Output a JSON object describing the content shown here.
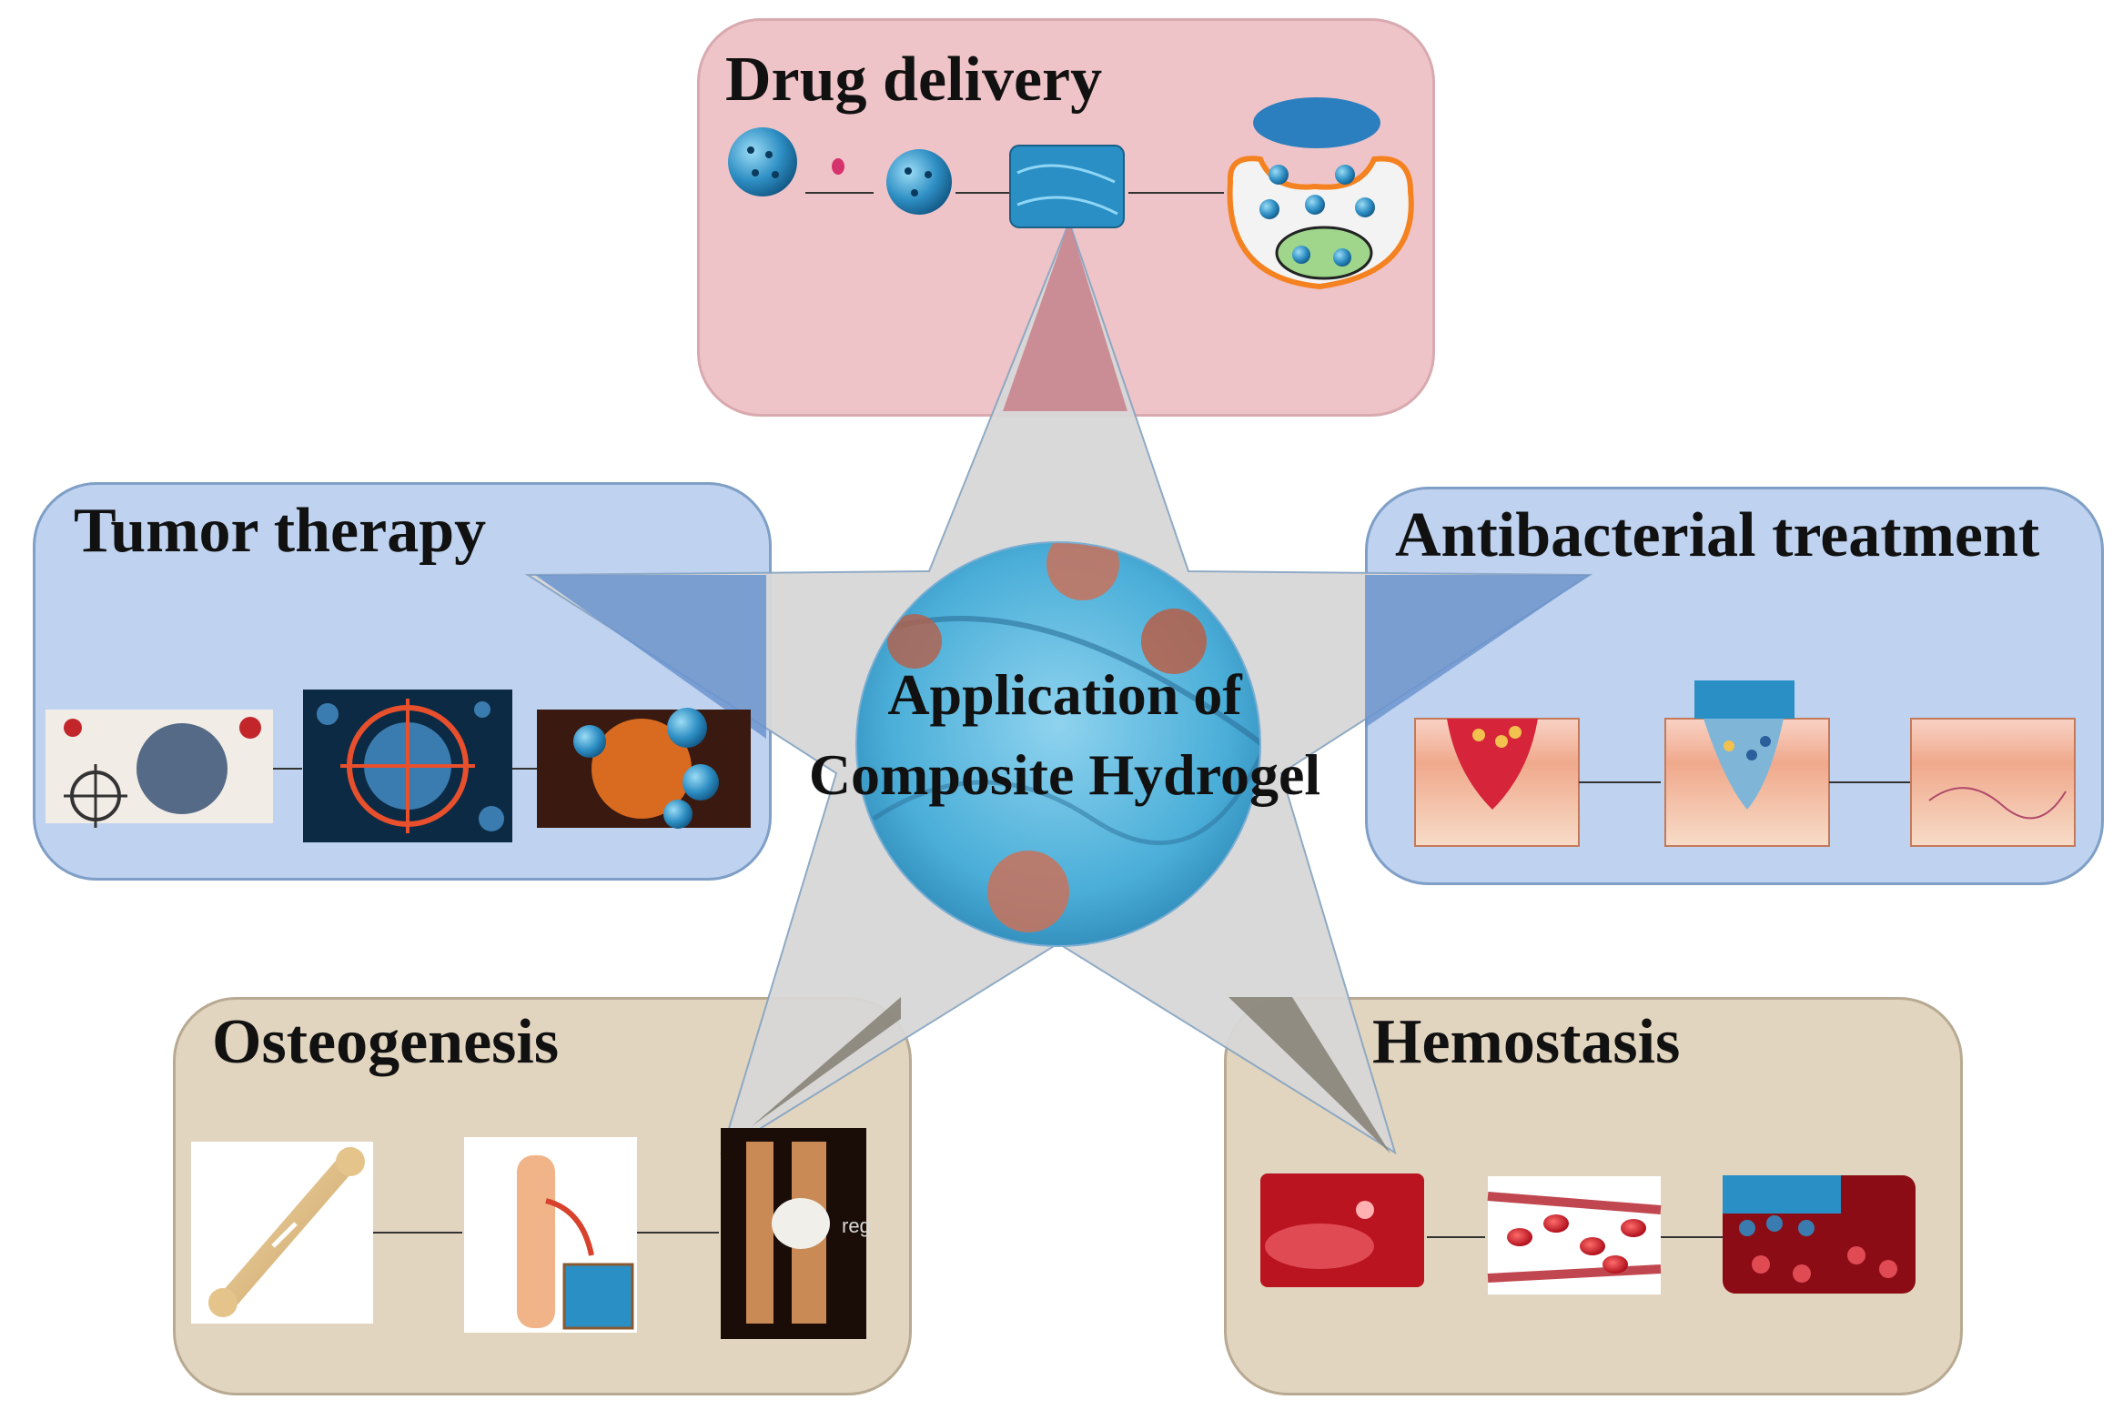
{
  "center": {
    "line1": "Application of",
    "line2": "Composite Hydrogel"
  },
  "panels": {
    "drug_delivery": {
      "title": "Drug delivery"
    },
    "tumor_therapy": {
      "title": "Tumor therapy"
    },
    "antibacterial": {
      "title": "Antibacterial treatment"
    },
    "osteogenesis": {
      "title": "Osteogenesis",
      "image_text": "reg"
    },
    "hemostasis": {
      "title": "Hemostasis"
    }
  },
  "colors": {
    "drug_panel": "#efc4c8",
    "blue_panel": "#bfd3f0",
    "beige_panel": "#e2d5c0",
    "star": "#d9d9d9",
    "hydrogel_blue": "#4fb3dc",
    "blood_red": "#c8102e"
  },
  "icons": [
    "nanoparticle-icon",
    "drug-molecule-icon",
    "hydrogel-block-icon",
    "cell-icon",
    "virus-icon",
    "target-crosshair-icon",
    "tumor-cell-icon",
    "skin-wound-icon",
    "bone-icon",
    "blood-vessel-icon",
    "red-blood-cell-icon"
  ]
}
